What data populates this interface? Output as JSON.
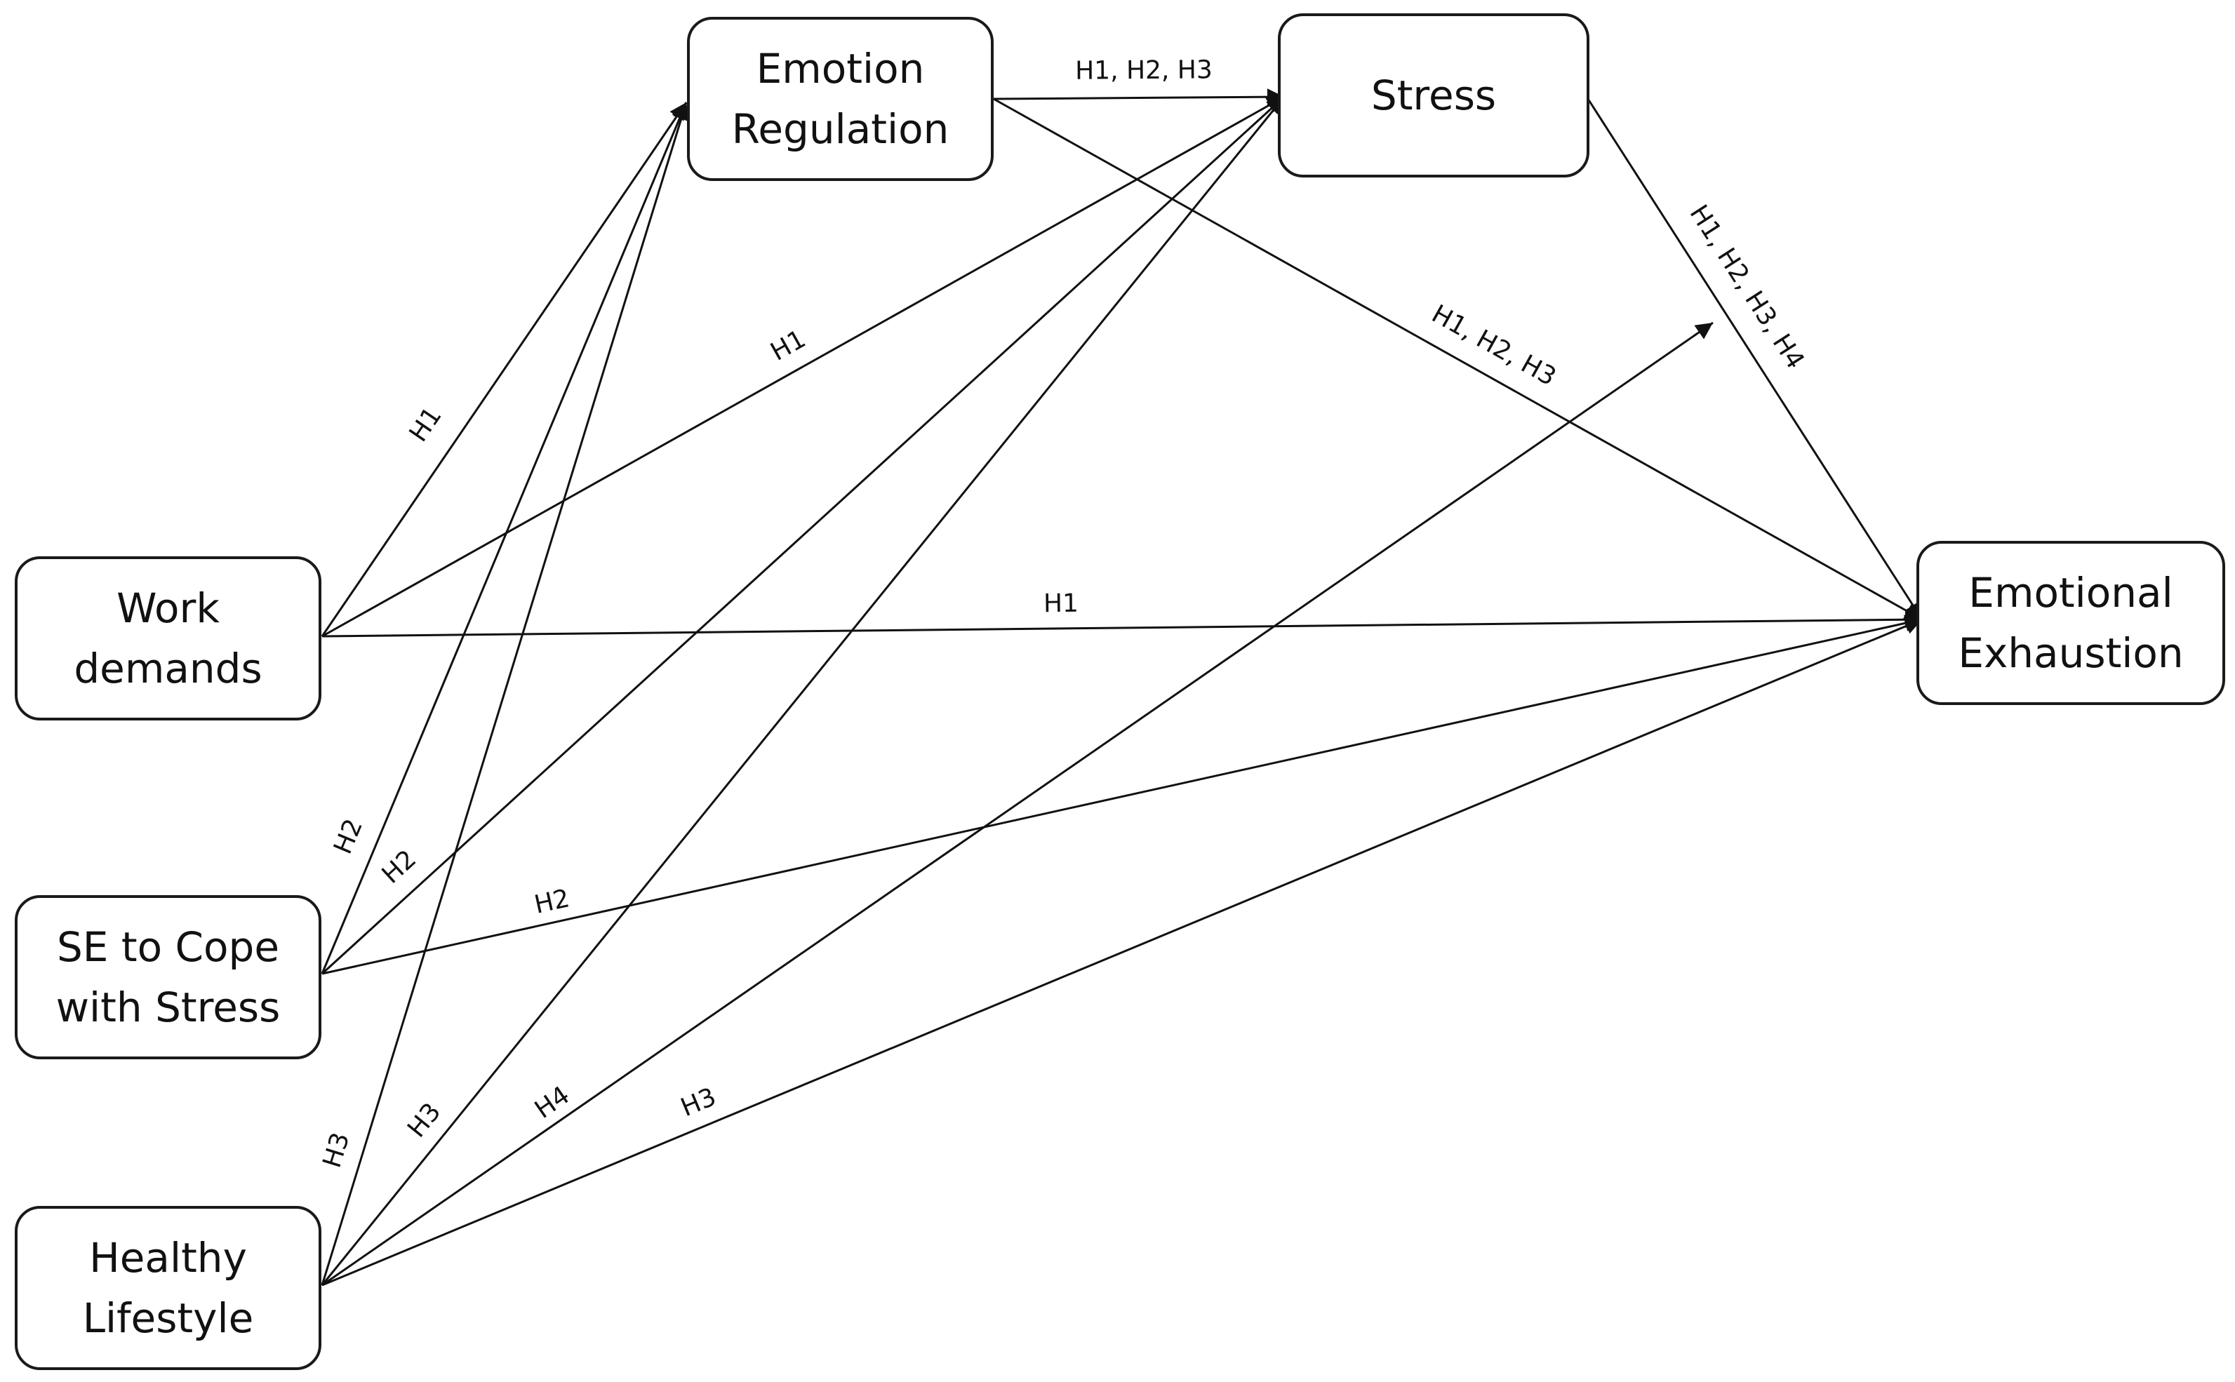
{
  "nodes": {
    "emotion_regulation": {
      "lines": [
        "Emotion",
        "Regulation"
      ]
    },
    "stress": {
      "lines": [
        "Stress"
      ]
    },
    "work_demands": {
      "lines": [
        "Work",
        "demands"
      ]
    },
    "se_cope": {
      "lines": [
        "SE to Cope",
        "with Stress"
      ]
    },
    "healthy_lifestyle": {
      "lines": [
        "Healthy",
        "Lifestyle"
      ]
    },
    "emotional_exhaustion": {
      "lines": [
        "Emotional",
        "Exhaustion"
      ]
    }
  },
  "edges": [
    {
      "from": "work_demands",
      "to": "emotion_regulation",
      "label": "H1"
    },
    {
      "from": "work_demands",
      "to": "stress",
      "label": "H1"
    },
    {
      "from": "work_demands",
      "to": "emotional_exhaustion",
      "label": "H1"
    },
    {
      "from": "se_cope",
      "to": "emotion_regulation",
      "label": "H2"
    },
    {
      "from": "se_cope",
      "to": "stress",
      "label": "H2"
    },
    {
      "from": "se_cope",
      "to": "emotional_exhaustion",
      "label": "H2"
    },
    {
      "from": "healthy_lifestyle",
      "to": "emotion_regulation",
      "label": "H3"
    },
    {
      "from": "healthy_lifestyle",
      "to": "stress",
      "label": "H3"
    },
    {
      "from": "healthy_lifestyle",
      "to": "emotional_exhaustion",
      "label": "H3"
    },
    {
      "from": "healthy_lifestyle",
      "to": "stress_exhaustion_path",
      "label": "H4"
    },
    {
      "from": "emotion_regulation",
      "to": "stress",
      "label": "H1, H2, H3"
    },
    {
      "from": "emotion_regulation",
      "to": "emotional_exhaustion",
      "label": "H1, H2, H3"
    },
    {
      "from": "stress",
      "to": "emotional_exhaustion",
      "label": "H1, H2, H3, H4"
    }
  ]
}
